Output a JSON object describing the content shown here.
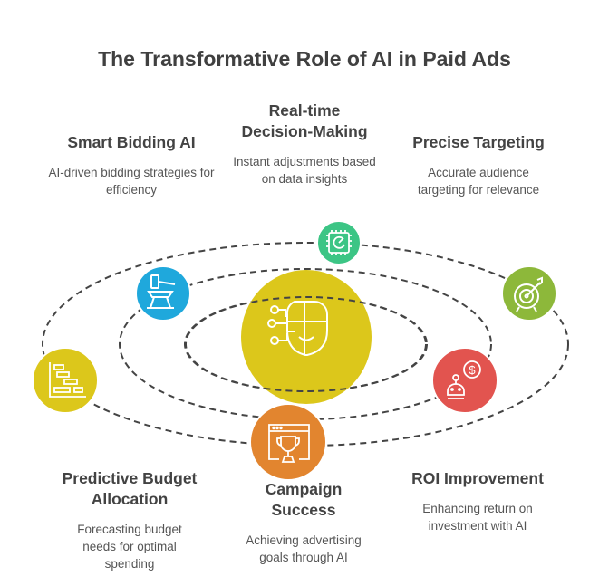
{
  "title": "The Transformative Role of AI in Paid Ads",
  "items": [
    {
      "heading": "Smart Bidding AI",
      "description": "AI-driven bidding strategies for efficiency",
      "icon": "gavel-icon",
      "color": "#1FA8DC"
    },
    {
      "heading": "Real-time Decision-Making",
      "description": "Instant adjustments based on data insights",
      "icon": "processor-gauge-icon",
      "color": "#3CC585"
    },
    {
      "heading": "Precise Targeting",
      "description": "Accurate audience targeting for relevance",
      "icon": "target-icon",
      "color": "#8DB83A"
    },
    {
      "heading": "Predictive Budget Allocation",
      "description": "Forecasting budget needs for optimal spending",
      "icon": "gantt-chart-icon",
      "color": "#DCC71B"
    },
    {
      "heading": "Campaign Success",
      "description": "Achieving advertising goals through AI",
      "icon": "trophy-icon",
      "color": "#E2852F"
    },
    {
      "heading": "ROI Improvement",
      "description": "Enhancing return on investment with AI",
      "icon": "robot-dollar-icon",
      "color": "#E2544F"
    }
  ],
  "center": {
    "icon": "ai-face-icon",
    "color": "#DCC71B"
  }
}
